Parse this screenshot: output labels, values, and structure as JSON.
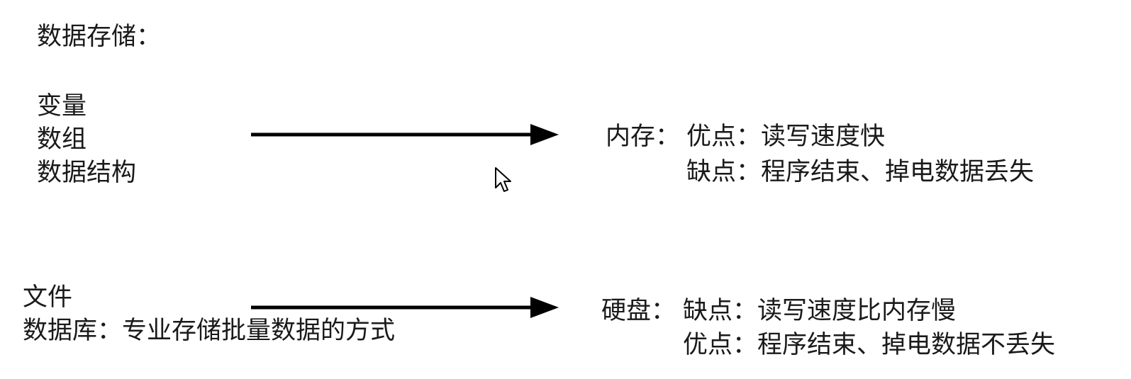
{
  "title": "数据存储：",
  "memory_group": {
    "items": [
      "变量",
      "数组",
      "数据结构"
    ]
  },
  "memory": {
    "label": "内存：",
    "pros": "优点：读写速度快",
    "cons": "缺点：程序结束、掉电数据丢失"
  },
  "disk_group": {
    "file": "文件",
    "database": "数据库：专业存储批量数据的方式"
  },
  "disk": {
    "label": "硬盘：",
    "cons": "缺点：读写速度比内存慢",
    "pros": "优点：程序结束、掉电数据不丢失"
  },
  "icons": {
    "pointer": "mouse-pointer-icon"
  },
  "colors": {
    "text": "#1a1a1a",
    "arrow": "#000000"
  }
}
